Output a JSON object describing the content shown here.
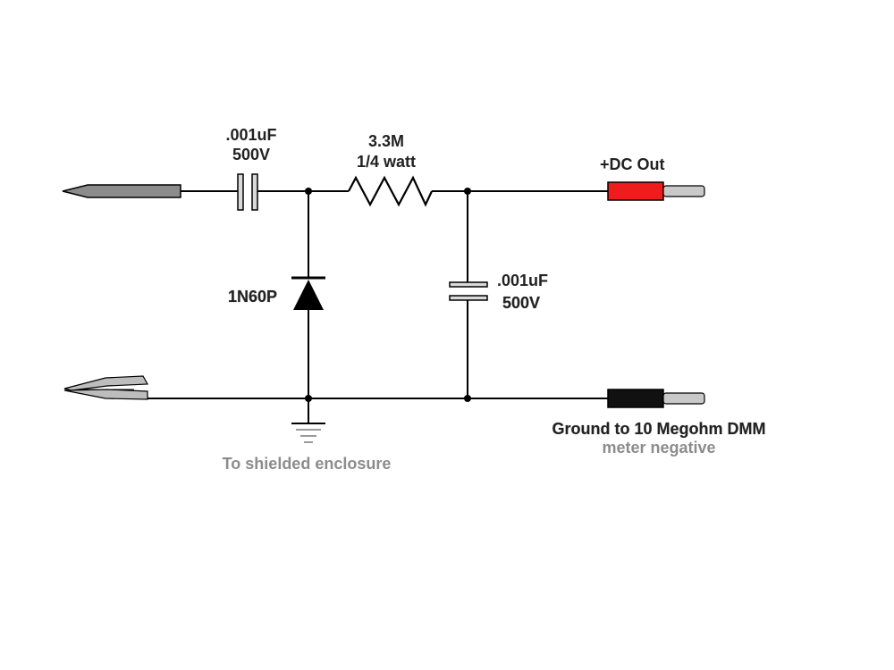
{
  "components": {
    "input_capacitor": {
      "value": ".001uF",
      "voltage": "500V"
    },
    "resistor": {
      "value": "3.3M",
      "power": "1/4 watt"
    },
    "diode": {
      "part": "1N60P"
    },
    "output_capacitor": {
      "value": ".001uF",
      "voltage": "500V"
    }
  },
  "outputs": {
    "positive_label": "+DC Out",
    "ground_label_line1": "Ground to 10 Megohm DMM",
    "ground_label_line2": "meter negative"
  },
  "ground": {
    "label": "To shielded enclosure"
  },
  "colors": {
    "positive_plug": "#ee1c1c",
    "negative_plug": "#111111",
    "probe": "#8c8c8c",
    "pin": "#c9c9c9",
    "wire": "#000000",
    "gray_text": "#8c8c8c"
  }
}
